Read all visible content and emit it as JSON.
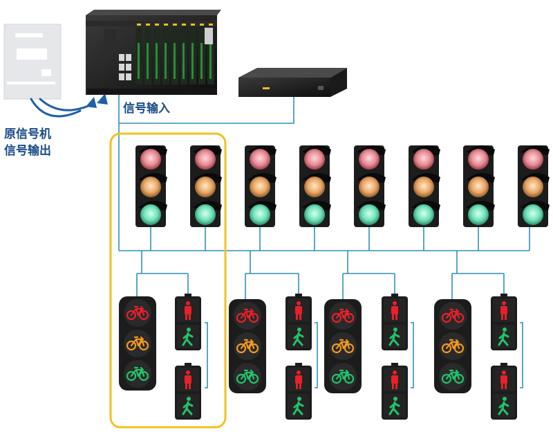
{
  "labels": {
    "signal_input": "信号输入",
    "original_line1": "原信号机",
    "original_line2": "信号输出"
  },
  "colors": {
    "wire": "#2f8fb7",
    "highlight": "#f2c01e",
    "arrow": "#1f5fa8",
    "label": "#1a4a8a",
    "red": "#e8202a",
    "amber": "#f39a1e",
    "green": "#22c46a",
    "housing": "#1c1c1c"
  },
  "icons": [
    "cabinet-icon",
    "controller-rack-icon",
    "converter-box-icon",
    "vehicle-signal-icon",
    "bicycle-signal-icon",
    "pedestrian-signal-icon"
  ],
  "vehicle_signal_count": 8,
  "group_count": 4
}
